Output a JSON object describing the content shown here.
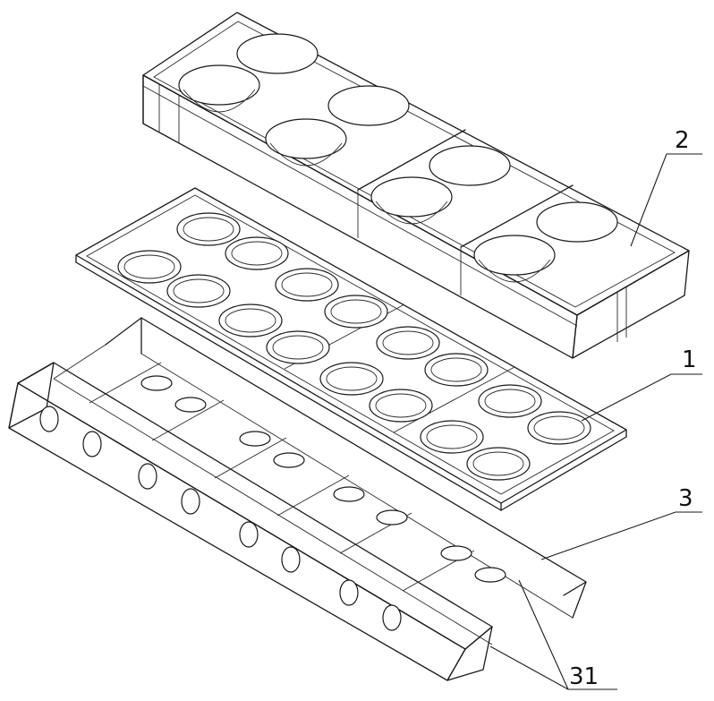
{
  "labels": {
    "part_2": "2",
    "part_1": "1",
    "part_3": "3",
    "part_31": "31"
  },
  "colors": {
    "line": "#1a1a1a",
    "background": "#ffffff"
  }
}
